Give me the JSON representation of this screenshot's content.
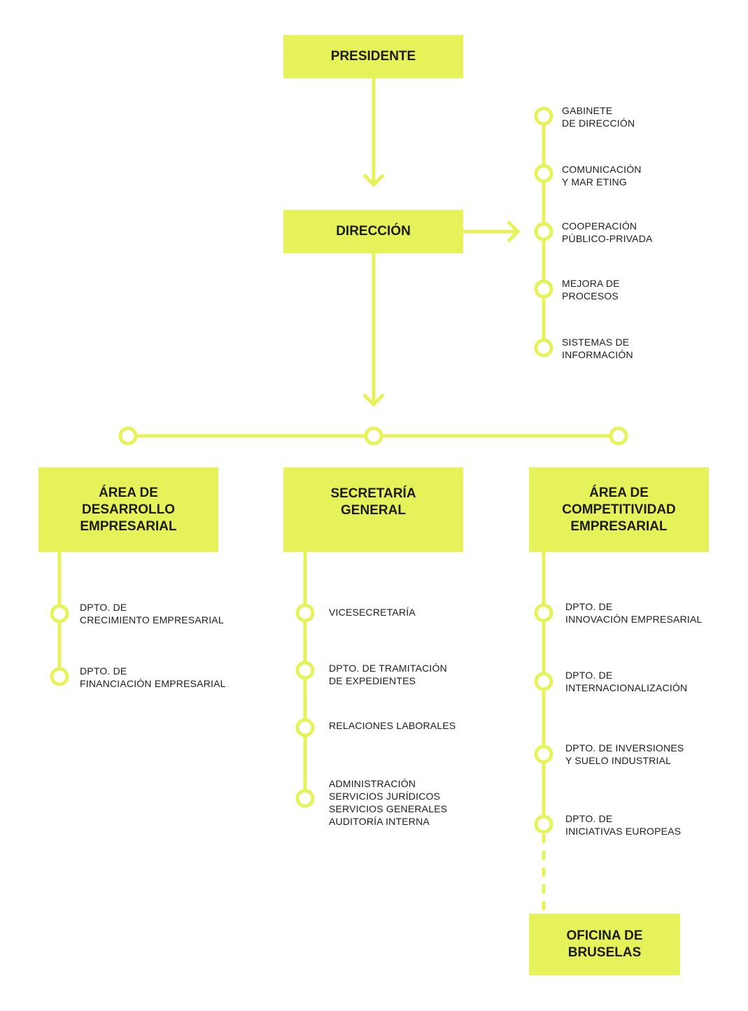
{
  "colors": {
    "accent": "#e6f25a",
    "text": "#1c1c1c",
    "background": "#ffffff"
  },
  "nodes": {
    "presidente": "PRESIDENTE",
    "direccion": "DIRECCIÓN",
    "area_desarrollo": "ÁREA DE\nDESARROLLO\nEMPRESARIAL",
    "secretaria": "SECRETARÍA\nGENERAL",
    "area_competitividad": "ÁREA DE\nCOMPETITIVIDAD\nEMPRESARIAL",
    "oficina_bruselas": "OFICINA DE\nBRUSELAS"
  },
  "direccion_units": [
    "GABINETE\nDE DIRECCIÓN",
    "COMUNICACIÓN\nY MAR   ETING",
    "COOPERACIÓN\nPÚBLICO-PRIVADA",
    "MEJORA DE\nPROCESOS",
    "SISTEMAS DE\nINFORMACIÓN"
  ],
  "desarrollo_units": [
    "DPTO. DE\nCRECIMIENTO EMPRESARIAL",
    "DPTO. DE\nFINANCIACIÓN EMPRESARIAL"
  ],
  "secretaria_units": [
    "VICESECRETARÍA",
    "DPTO. DE TRAMITACIÓN\nDE EXPEDIENTES",
    "RELACIONES LABORALES",
    "ADMINISTRACIÓN\nSERVICIOS JURÍDICOS\nSERVICIOS GENERALES\nAUDITORÍA INTERNA"
  ],
  "competitividad_units": [
    "DPTO. DE\nINNOVACIÓN EMPRESARIAL",
    "DPTO. DE\nINTERNACIONALIZACIÓN",
    "DPTO. DE INVERSIONES\nY SUELO INDUSTRIAL",
    "DPTO. DE\nINICIATIVAS EUROPEAS"
  ]
}
